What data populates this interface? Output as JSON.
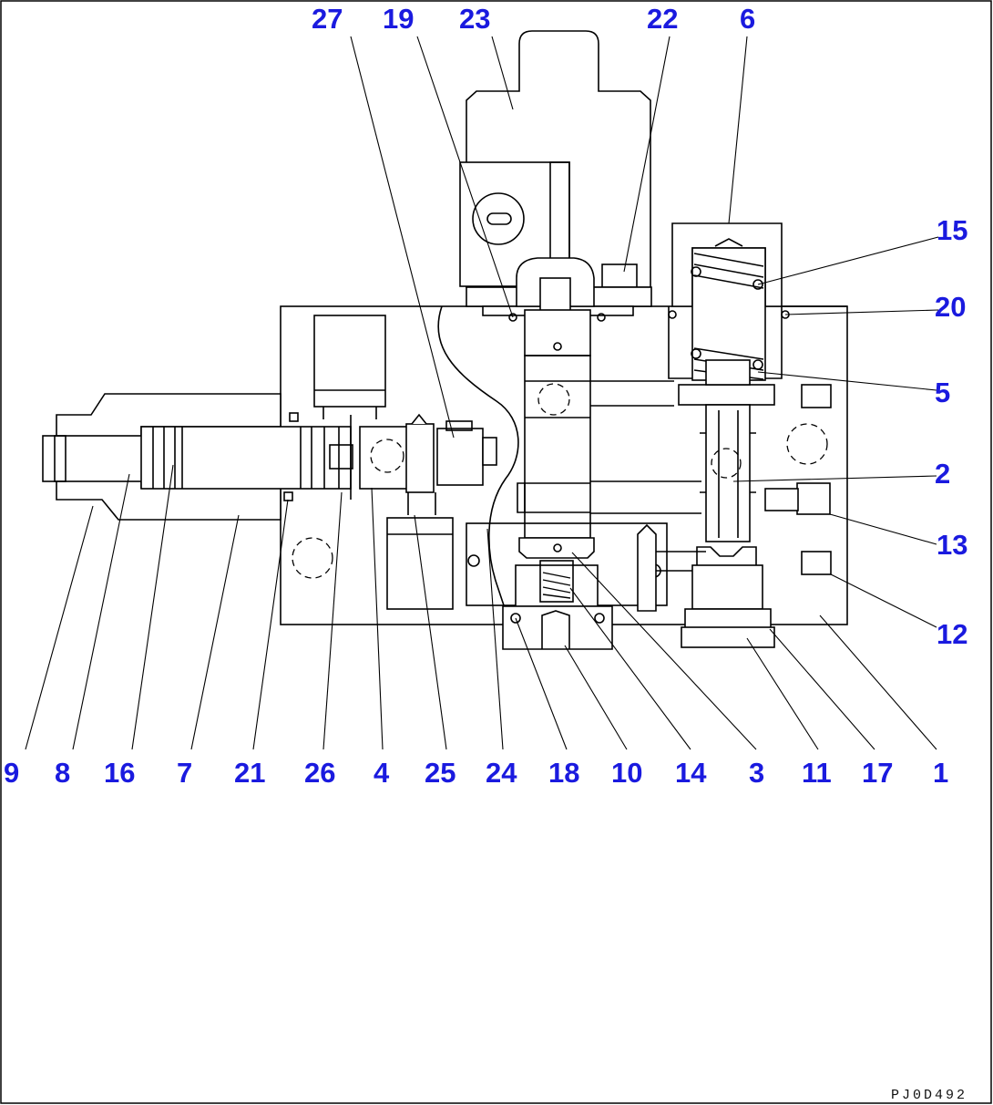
{
  "diagram": {
    "drawing_code": "PJ0D492",
    "labels": {
      "p27": "27",
      "p19": "19",
      "p23": "23",
      "p22": "22",
      "p6": "6",
      "p15": "15",
      "p20": "20",
      "p5": "5",
      "p2": "2",
      "p13": "13",
      "p12": "12",
      "p9": "9",
      "p8": "8",
      "p16": "16",
      "p7": "7",
      "p21": "21",
      "p26": "26",
      "p4": "4",
      "p25": "25",
      "p24": "24",
      "p18": "18",
      "p10": "10",
      "p14": "14",
      "p3": "3",
      "p11": "11",
      "p17": "17",
      "p1": "1"
    },
    "colors": {
      "label": "#1a1adf",
      "line": "#000000",
      "background": "#ffffff"
    }
  }
}
